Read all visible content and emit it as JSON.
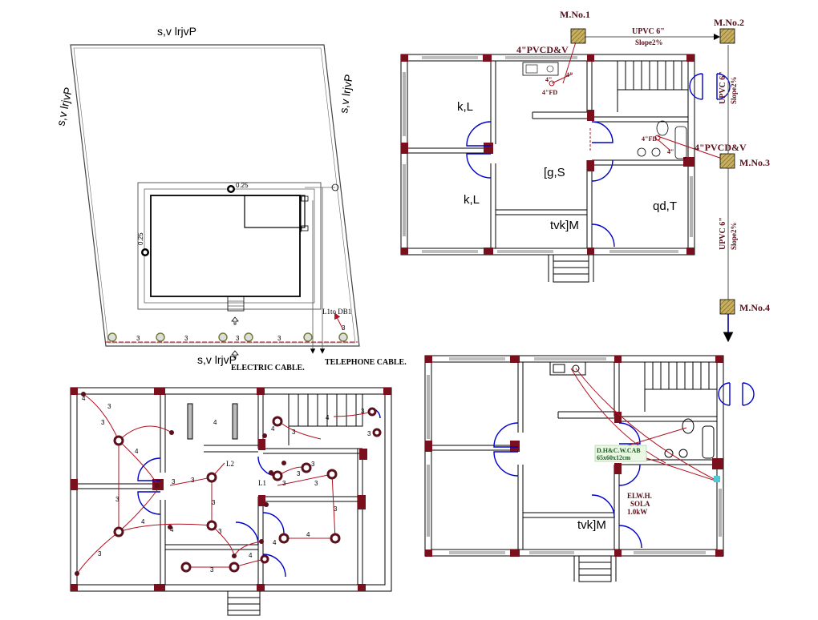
{
  "site_plan": {
    "road_top": "s,v lrjvP",
    "road_left": "s,v lrjvP",
    "road_right": "s,v lrjvP",
    "road_bottom": "s,v lrjvP",
    "electric_cable": "ELECTRIC CABLE.",
    "telephone_cable": "TELEPHONE CABLE.",
    "db_label": "L1to DB1",
    "cable_numbers": [
      "3",
      "3",
      "3",
      "3",
      "3"
    ],
    "dim_top": "0.25",
    "dim_left": "0.25"
  },
  "drainage_plan": {
    "manholes": [
      "M.No.1",
      "M.No.2",
      "M.No.3",
      "M.No.4"
    ],
    "pipe_top": "UPVC 6\"",
    "slope_top": "Slope2%",
    "pipe_right_1": "UPVC 6\"",
    "slope_right_1": "Slope2%",
    "pipe_right_2": "UPVC 6\"",
    "slope_right_2": "Slope2%",
    "pvcd_1": "4\"PVCD&V",
    "pvcd_2": "4\"PVCD&V",
    "fd_1": "4\"FD",
    "fd_2": "4\"FD",
    "pipe_small_1": "4\"",
    "pipe_small_2": "4\"",
    "pipe_small_3": "4\"",
    "rooms": [
      "k,L",
      "k,L",
      "[g,S",
      "tvk]M",
      "qd,T"
    ]
  },
  "electrical_plan": {
    "labels": [
      "L2",
      "L1"
    ],
    "wire_numbers": [
      "4",
      "4",
      "4",
      "3",
      "3",
      "3",
      "3",
      "3",
      "4",
      "4",
      "3",
      "4",
      "3",
      "3",
      "4",
      "3",
      "3",
      "4",
      "3",
      "3",
      "3",
      "4",
      "3",
      "3",
      "3",
      "4",
      "3"
    ]
  },
  "plumbing_plan": {
    "cab_label": "D.H&C.W.CAB",
    "cab_size": "65x60x12cm",
    "heater_1": "ELW.H.",
    "heater_2": "SOLA",
    "heater_3": "1.0kW",
    "room": "tvk]M"
  },
  "colors": {
    "wall": "#000000",
    "column": "#7a0f1e",
    "door": "#0000cc",
    "wire": "#b01020",
    "text_maroon": "#5a0f1a",
    "manhole": "#c8b060"
  }
}
